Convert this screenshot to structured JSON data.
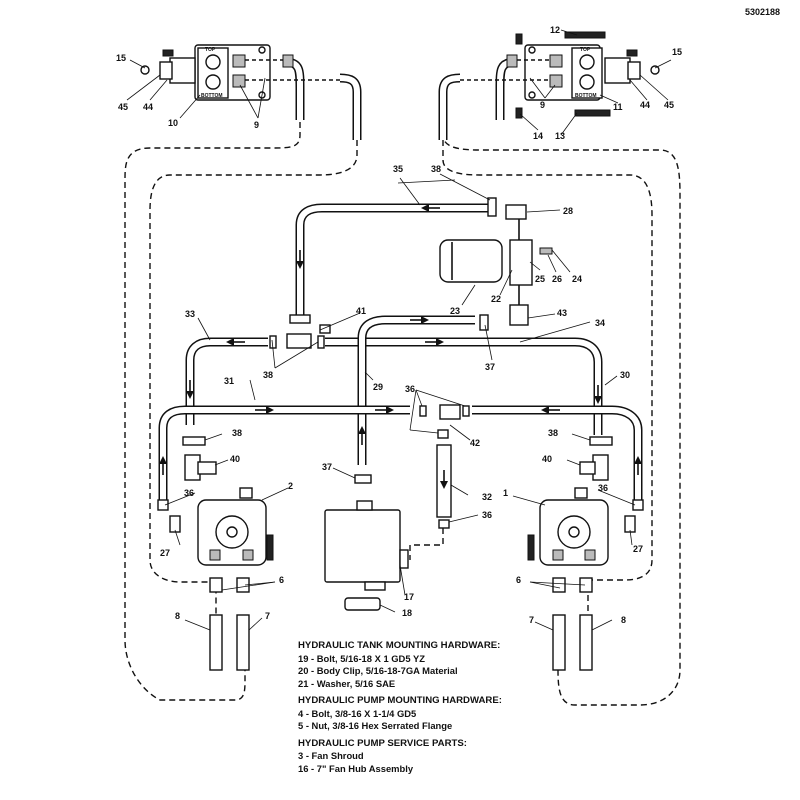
{
  "drawing_number": "5302188",
  "callouts": {
    "c1": "1",
    "c2": "2",
    "c6a": "6",
    "c6b": "6",
    "c7a": "7",
    "c7b": "7",
    "c8a": "8",
    "c8b": "8",
    "c9a": "9",
    "c9b": "9",
    "c10": "10",
    "c11": "11",
    "c12": "12",
    "c13": "13",
    "c14": "14",
    "c15a": "15",
    "c15b": "15",
    "c17": "17",
    "c18": "18",
    "c22": "22",
    "c23": "23",
    "c24": "24",
    "c25": "25",
    "c26": "26",
    "c27a": "27",
    "c27b": "27",
    "c28": "28",
    "c29": "29",
    "c30": "30",
    "c31": "31",
    "c32": "32",
    "c33": "33",
    "c34": "34",
    "c35": "35",
    "c36a": "36",
    "c36b": "36",
    "c36c": "36",
    "c36d": "36",
    "c37a": "37",
    "c37b": "37",
    "c38a": "38",
    "c38b": "38",
    "c38c": "38",
    "c38d": "38",
    "c40a": "40",
    "c40b": "40",
    "c41": "41",
    "c42": "42",
    "c43": "43",
    "c44a": "44",
    "c44b": "44",
    "c45a": "45",
    "c45b": "45"
  },
  "valve_labels": {
    "top_left": "TOP",
    "bottom_left": "BOTTOM",
    "top_right": "TOP",
    "bottom_right": "BOTTOM"
  },
  "notes": [
    {
      "heading": "HYDRAULIC TANK MOUNTING HARDWARE:",
      "items": [
        "19 - Bolt, 5/16-18 X 1 GD5 YZ",
        "20 - Body Clip, 5/16-18-7GA Material",
        "21 - Washer, 5/16 SAE"
      ]
    },
    {
      "heading": "HYDRAULIC PUMP MOUNTING HARDWARE:",
      "items": [
        "4 - Bolt, 3/8-16 X 1-1/4 GD5",
        "5 - Nut, 3/8-16 Hex Serrated Flange"
      ]
    },
    {
      "heading": "HYDRAULIC PUMP SERVICE PARTS:",
      "items": [
        "3 - Fan Shroud",
        "16 - 7\" Fan Hub Assembly"
      ]
    }
  ]
}
